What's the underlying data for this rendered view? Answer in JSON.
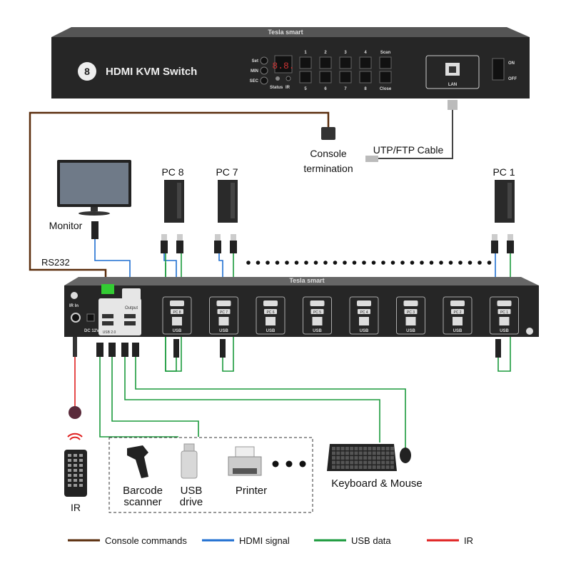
{
  "top_device": {
    "brand": "Tesla smart",
    "model_badge": "8",
    "title": "HDMI KVM Switch",
    "left_buttons": [
      "Set",
      "MIN",
      "SEC"
    ],
    "display": "8.8.",
    "indicators": [
      "Status",
      "IR"
    ],
    "buttons_top": [
      "1",
      "2",
      "3",
      "4",
      "Scan"
    ],
    "buttons_bottom": [
      "5",
      "6",
      "7",
      "8",
      "Close"
    ],
    "lan_label": "LAN",
    "power_on": "ON",
    "power_off": "OFF"
  },
  "labels": {
    "console_termination_1": "Console",
    "console_termination_2": "termination",
    "utp_cable": "UTP/FTP Cable",
    "monitor": "Monitor",
    "rs232": "RS232",
    "pc8": "PC 8",
    "pc7": "PC 7",
    "pc1": "PC 1",
    "barcode_1": "Barcode",
    "barcode_2": "scanner",
    "usb_drive_1": "USB",
    "usb_drive_2": "drive",
    "printer": "Printer",
    "keyboard_mouse": "Keyboard & Mouse",
    "ir": "IR"
  },
  "rear_device": {
    "brand": "Tesla smart",
    "ir_in": "IR In",
    "dc": "DC 12V",
    "usb20": "USB 2.0",
    "output": "Output",
    "ports": [
      "PC 8",
      "PC 7",
      "PC 6",
      "PC 5",
      "PC 4",
      "PC 3",
      "PC 2",
      "PC 1"
    ],
    "usb_label": "USB"
  },
  "legend": [
    {
      "label": "Console commands",
      "color": "#5a2d0c"
    },
    {
      "label": "HDMI signal",
      "color": "#1f6fd1"
    },
    {
      "label": "USB data",
      "color": "#1a9a3c"
    },
    {
      "label": "IR",
      "color": "#e02020"
    }
  ],
  "colors": {
    "console": "#5a2d0c",
    "hdmi": "#1f6fd1",
    "usb": "#1a9a3c",
    "ir": "#e02020",
    "device": "#2a2a2a"
  }
}
